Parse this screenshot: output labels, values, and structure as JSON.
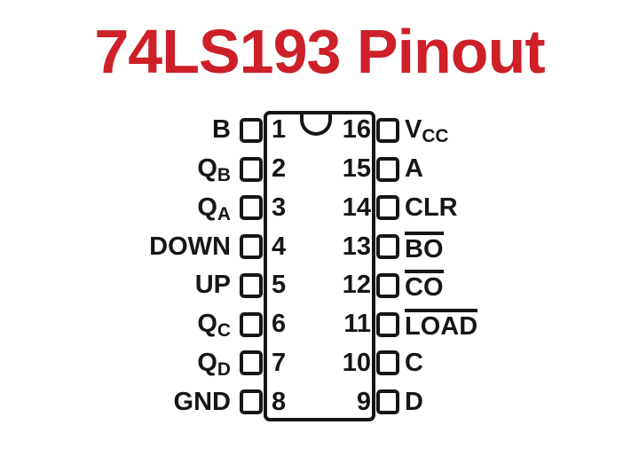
{
  "title": "74LS193 Pinout",
  "colors": {
    "title_red": "#cd2028",
    "line_black": "#161616",
    "background": "#ffffff"
  },
  "chip": {
    "left_pins": [
      {
        "number": "1",
        "label": "B",
        "sub": "",
        "overline": false
      },
      {
        "number": "2",
        "label": "Q",
        "sub": "B",
        "overline": false
      },
      {
        "number": "3",
        "label": "Q",
        "sub": "A",
        "overline": false
      },
      {
        "number": "4",
        "label": "DOWN",
        "sub": "",
        "overline": false
      },
      {
        "number": "5",
        "label": "UP",
        "sub": "",
        "overline": false
      },
      {
        "number": "6",
        "label": "Q",
        "sub": "C",
        "overline": false
      },
      {
        "number": "7",
        "label": "Q",
        "sub": "D",
        "overline": false
      },
      {
        "number": "8",
        "label": "GND",
        "sub": "",
        "overline": false
      }
    ],
    "right_pins": [
      {
        "number": "16",
        "label": "V",
        "sub": "CC",
        "overline": false
      },
      {
        "number": "15",
        "label": "A",
        "sub": "",
        "overline": false
      },
      {
        "number": "14",
        "label": "CLR",
        "sub": "",
        "overline": false
      },
      {
        "number": "13",
        "label": "BO",
        "sub": "",
        "overline": true
      },
      {
        "number": "12",
        "label": "CO",
        "sub": "",
        "overline": true
      },
      {
        "number": "11",
        "label": "LOAD",
        "sub": "",
        "overline": true
      },
      {
        "number": "10",
        "label": "C",
        "sub": "",
        "overline": false
      },
      {
        "number": "9",
        "label": "D",
        "sub": "",
        "overline": false
      }
    ]
  }
}
